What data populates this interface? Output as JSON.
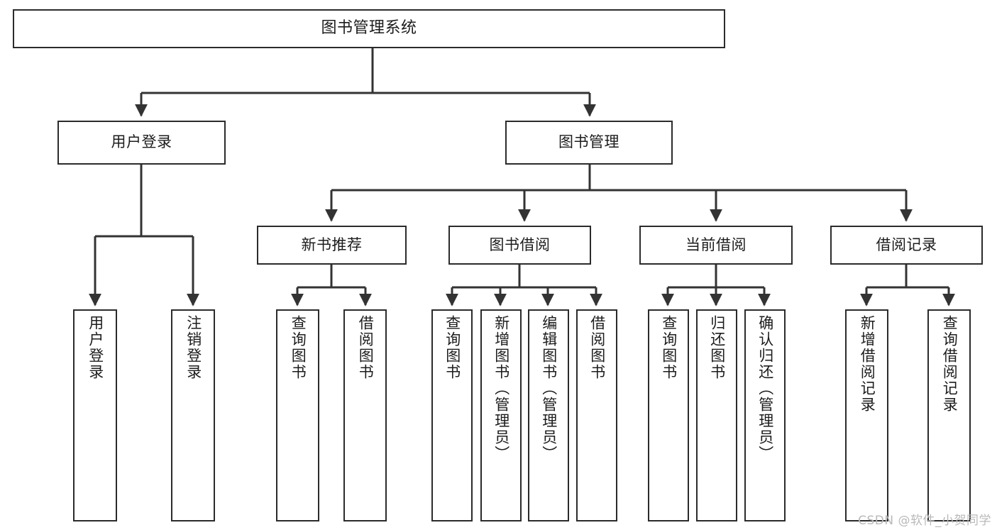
{
  "diagram": {
    "title": "图书管理系统",
    "type": "tree-hierarchy-diagram",
    "watermark": "CSDN @软件_小贺同学",
    "colors": {
      "background": "#ffffff",
      "box_border": "#2b2b2b",
      "edge": "#333333",
      "text": "#1c1c1c",
      "watermark": "#b9b9b9"
    },
    "nodes": {
      "root": {
        "label": "图书管理系统"
      },
      "level2": [
        {
          "label": "用户登录"
        },
        {
          "label": "图书管理"
        }
      ],
      "level3": [
        {
          "label": "新书推荐"
        },
        {
          "label": "图书借阅"
        },
        {
          "label": "当前借阅"
        },
        {
          "label": "借阅记录"
        }
      ],
      "leaves": {
        "user_login": [
          {
            "label": "用户登录"
          },
          {
            "label": "注销登录"
          }
        ],
        "new_book_recommend": [
          {
            "label": "查询图书"
          },
          {
            "label": "借阅图书"
          }
        ],
        "book_borrow": [
          {
            "label": "查询图书"
          },
          {
            "label": "新增图书（管理员）"
          },
          {
            "label": "编辑图书（管理员）"
          },
          {
            "label": "借阅图书"
          }
        ],
        "current_borrow": [
          {
            "label": "查询图书"
          },
          {
            "label": "归还图书"
          },
          {
            "label": "确认归还（管理员）"
          }
        ],
        "borrow_record": [
          {
            "label": "新增借阅记录"
          },
          {
            "label": "查询借阅记录"
          }
        ]
      }
    }
  }
}
